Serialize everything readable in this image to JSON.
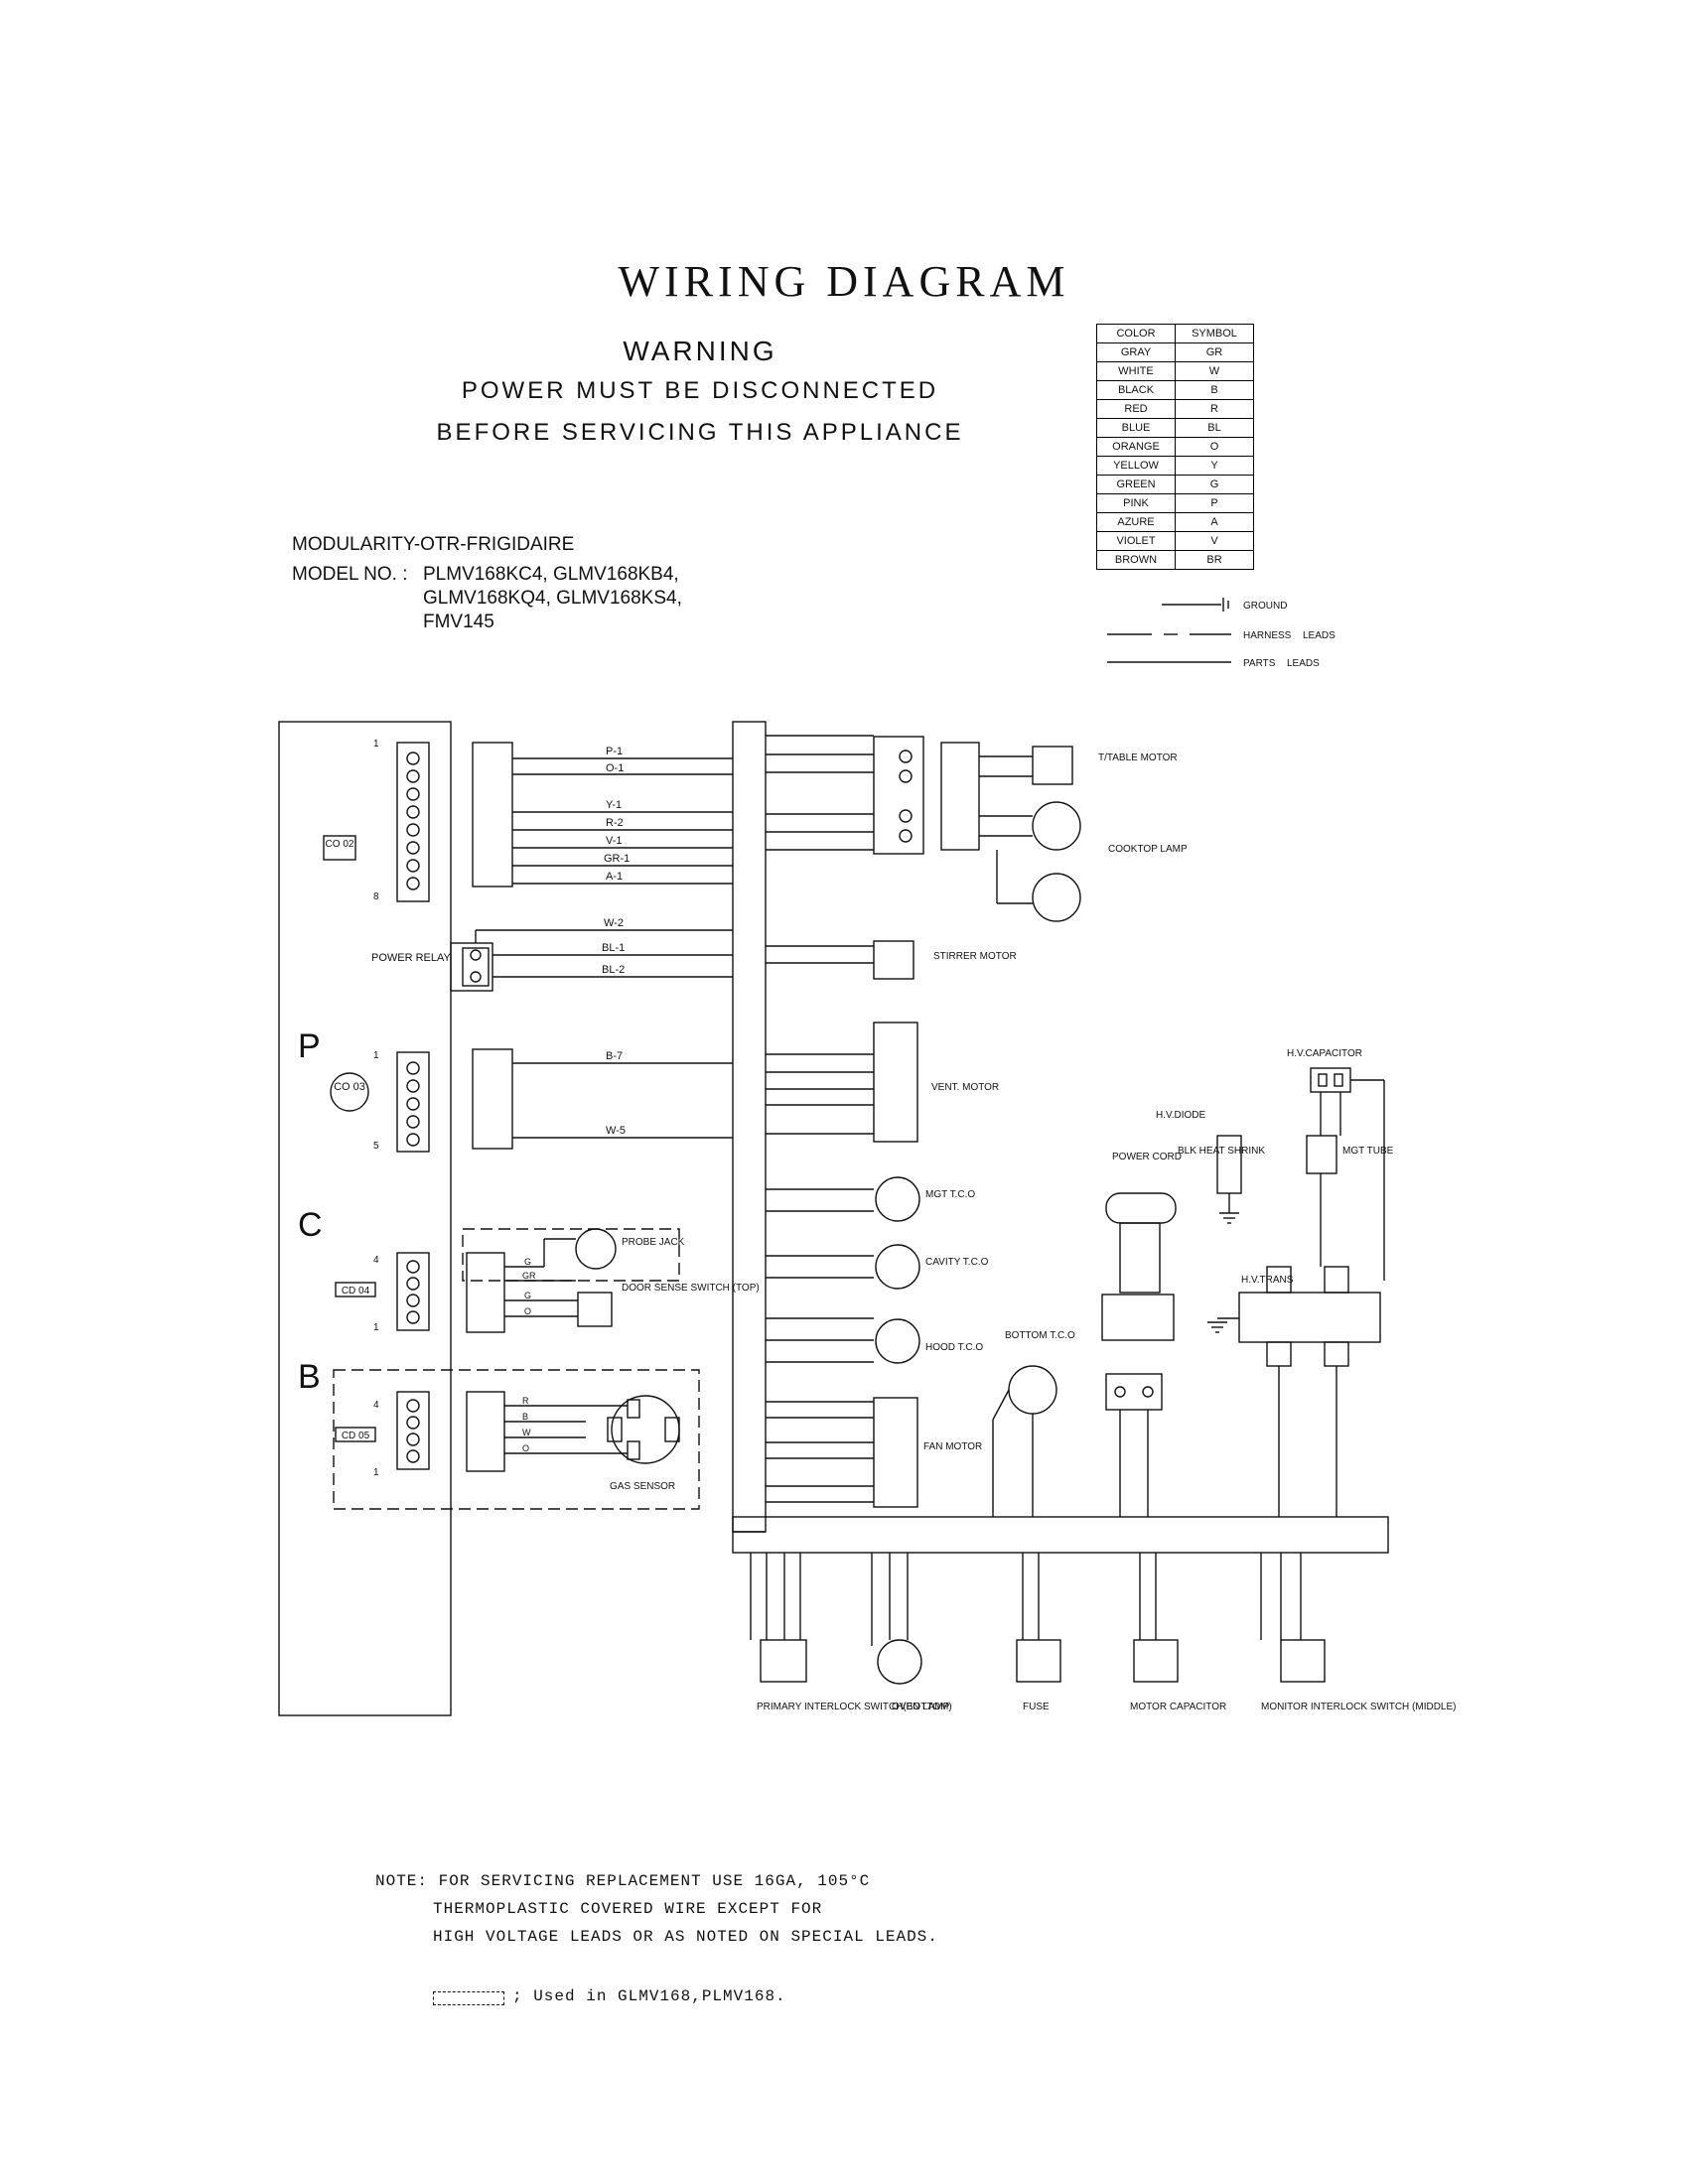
{
  "header": {
    "title": "WIRING DIAGRAM",
    "warning_heading": "WARNING",
    "warning_line1": "POWER MUST BE DISCONNECTED",
    "warning_line2": "BEFORE SERVICING THIS APPLIANCE"
  },
  "model_info": {
    "series": "MODULARITY-OTR-FRIGIDAIRE",
    "model_label": "MODEL NO. :",
    "models_line1": "PLMV168KC4, GLMV168KB4,",
    "models_line2": "GLMV168KQ4, GLMV168KS4,",
    "models_line3": "FMV145"
  },
  "color_legend": {
    "header_color": "COLOR",
    "header_symbol": "SYMBOL",
    "rows": [
      {
        "color": "GRAY",
        "symbol": "GR"
      },
      {
        "color": "WHITE",
        "symbol": "W"
      },
      {
        "color": "BLACK",
        "symbol": "B"
      },
      {
        "color": "RED",
        "symbol": "R"
      },
      {
        "color": "BLUE",
        "symbol": "BL"
      },
      {
        "color": "ORANGE",
        "symbol": "O"
      },
      {
        "color": "YELLOW",
        "symbol": "Y"
      },
      {
        "color": "GREEN",
        "symbol": "G"
      },
      {
        "color": "PINK",
        "symbol": "P"
      },
      {
        "color": "AZURE",
        "symbol": "A"
      },
      {
        "color": "VIOLET",
        "symbol": "V"
      },
      {
        "color": "BROWN",
        "symbol": "BR"
      }
    ]
  },
  "line_legend": {
    "ground": "GROUND",
    "harness": "HARNESS",
    "leads": "LEADS",
    "parts": "PARTS"
  },
  "board": {
    "letters": [
      "P",
      "C",
      "B"
    ],
    "connectors": [
      {
        "id": "CO 02",
        "pin_top": "1",
        "pin_bottom": "8"
      },
      {
        "id": "CO 03",
        "pin_top": "1",
        "pin_bottom": "5"
      },
      {
        "id": "CD 04",
        "pin_top": "4",
        "pin_bottom": "1"
      },
      {
        "id": "CD 05",
        "pin_top": "4",
        "pin_bottom": "1"
      }
    ],
    "power_relay": "POWER RELAY"
  },
  "wires": {
    "co02_group": [
      "P-1",
      "O-1",
      "Y-1",
      "R-2",
      "V-1",
      "GR-1",
      "A-1"
    ],
    "relay_group": [
      "W-2",
      "BL-1",
      "BL-2"
    ],
    "co03_group": [
      "B-7",
      "W-5"
    ],
    "probe_group": [
      "G",
      "GR",
      "G",
      "O"
    ],
    "gas_group": [
      "R",
      "B",
      "W",
      "O"
    ]
  },
  "components": {
    "turntable_motor": "T/TABLE MOTOR",
    "cooktop_lamp": "COOKTOP LAMP",
    "stirrer_motor": "STIRRER MOTOR",
    "vent_motor": "VENT. MOTOR",
    "mgt_tco": "MGT T.C.O",
    "cavity_tco": "CAVITY T.C.O",
    "hood_tco": "HOOD T.C.O",
    "fan_motor": "FAN MOTOR",
    "bottom_tco": "BOTTOM T.C.O",
    "power_cord": "POWER CORD",
    "hv_capacitor": "H.V.CAPACITOR",
    "hv_diode": "H.V.DIODE",
    "blk_heat_shrink": "BLK HEAT SHRINK",
    "mgt_tube": "MGT TUBE",
    "hv_trans": "H.V.TRANS",
    "probe_jack": "PROBE JACK",
    "door_sense_switch": "DOOR SENSE SWITCH (TOP)",
    "gas_sensor": "GAS SENSOR",
    "primary_interlock": "PRIMARY INTERLOCK SWITCH(BOTTOM)",
    "oven_lamp": "OVEN LAMP",
    "fuse": "FUSE",
    "motor_capacitor": "MOTOR CAPACITOR",
    "monitor_interlock": "MONITOR INTERLOCK SWITCH (MIDDLE)"
  },
  "notes": {
    "line1": "NOTE: FOR SERVICING REPLACEMENT USE 16GA, 105°C",
    "line2": "THERMOPLASTIC COVERED WIRE EXCEPT FOR",
    "line3": "HIGH VOLTAGE LEADS OR AS NOTED ON SPECIAL LEADS.",
    "line4": "; Used in GLMV168,PLMV168."
  }
}
